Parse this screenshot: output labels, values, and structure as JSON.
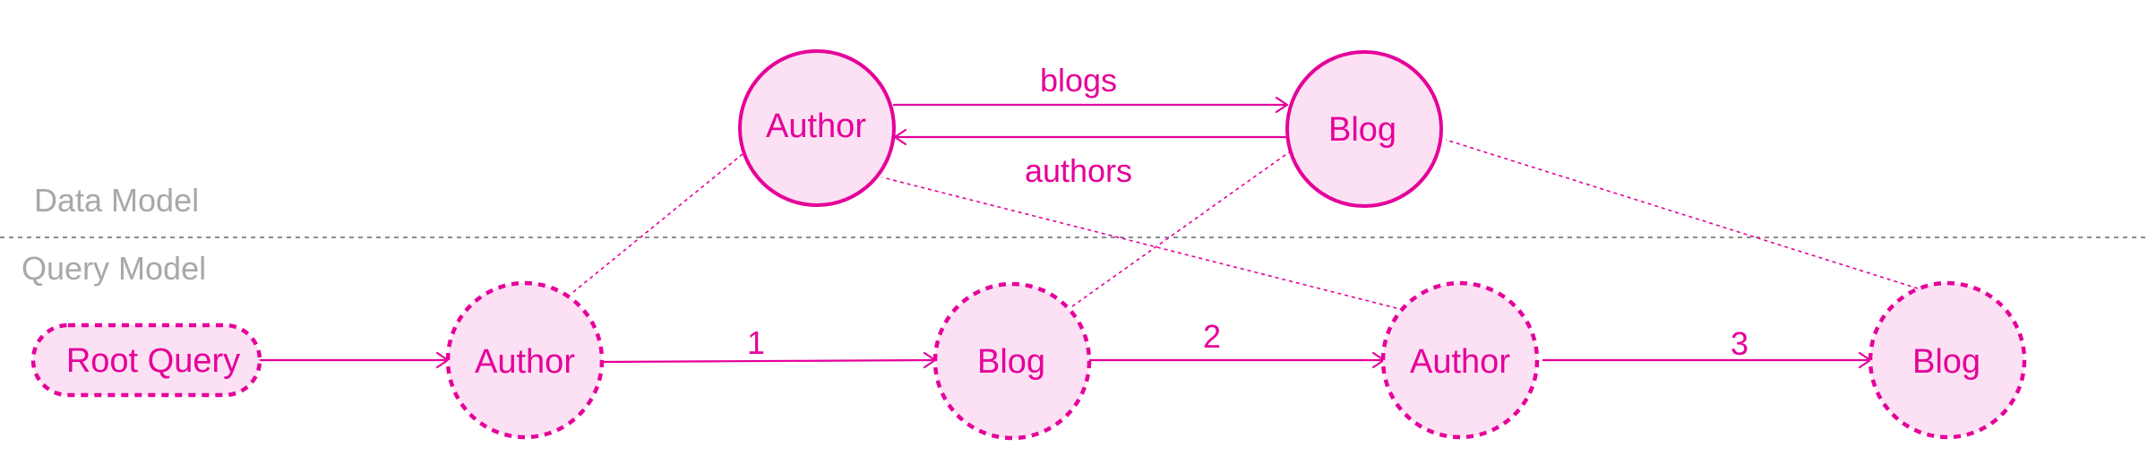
{
  "sections": {
    "data_model": "Data Model",
    "query_model": "Query Model"
  },
  "data_model": {
    "nodes": {
      "author": "Author",
      "blog": "Blog"
    },
    "edges": {
      "blogs": "blogs",
      "authors": "authors"
    }
  },
  "query_model": {
    "nodes": {
      "root_query": "Root Query",
      "author_1": "Author",
      "blog_1": "Blog",
      "author_2": "Author",
      "blog_2": "Blog"
    },
    "edges": {
      "step_1": "1",
      "step_2": "2",
      "step_3": "3"
    }
  },
  "colors": {
    "accent": "#e5009a",
    "node_fill": "#fbe1f3",
    "section_label": "#a8a8a8",
    "divider": "#8c8c8c"
  }
}
